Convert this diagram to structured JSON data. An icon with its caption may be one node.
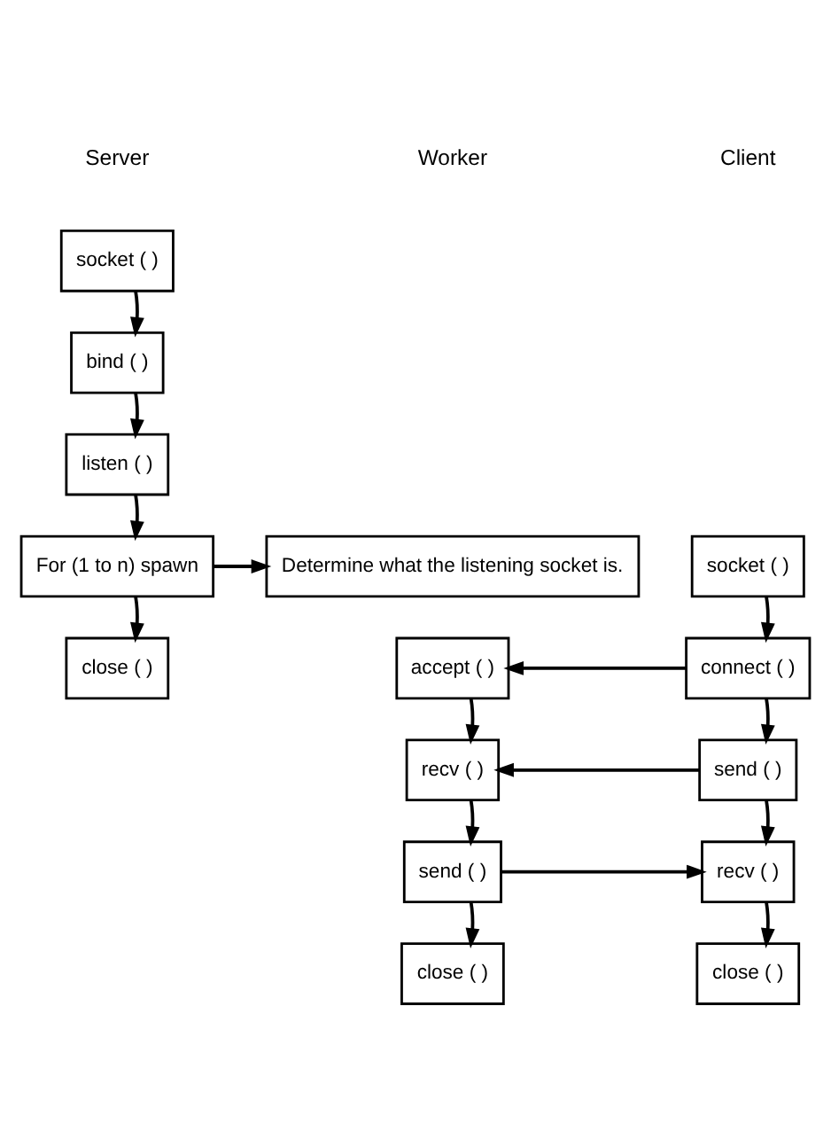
{
  "diagram": {
    "nodes": [
      {
        "text": [
          "socket ( )"
        ]
      },
      {
        "text": [
          "bind ( )"
        ]
      },
      {
        "text": [
          "listen ( )"
        ]
      },
      {
        "text": [
          "For (1 to n) spawn"
        ]
      },
      {
        "text": [
          "close ( )"
        ]
      },
      {
        "text": [
          "Determine what the listening socket is."
        ]
      },
      {
        "text": [
          "accept ( )"
        ]
      },
      {
        "text": [
          "recv ( )"
        ]
      },
      {
        "text": [
          "send ( )"
        ]
      },
      {
        "text": [
          "close ( )"
        ]
      },
      {
        "text": [
          "socket ( )"
        ]
      },
      {
        "text": [
          "connect ( )"
        ]
      },
      {
        "text": [
          "send ( )"
        ]
      },
      {
        "text": [
          "recv ( )"
        ]
      },
      {
        "text": [
          "close ( )"
        ]
      }
    ],
    "edges": [
      {
        "from": 0,
        "to": 1,
        "arrow": "to"
      },
      {
        "from": 1,
        "to": 2,
        "arrow": "to"
      },
      {
        "from": 2,
        "to": 3,
        "arrow": "to"
      },
      {
        "from": 3,
        "to": 4,
        "arrow": "to"
      },
      {
        "from": 3,
        "to": 5,
        "arrow": "to"
      },
      {
        "from": 6,
        "to": 7,
        "arrow": "to"
      },
      {
        "from": 7,
        "to": 8,
        "arrow": "to"
      },
      {
        "from": 8,
        "to": 9,
        "arrow": "to"
      },
      {
        "from": 10,
        "to": 11,
        "arrow": "to"
      },
      {
        "from": 11,
        "to": 6,
        "arrow": "to"
      },
      {
        "from": 11,
        "to": 12,
        "arrow": "to"
      },
      {
        "from": 12,
        "to": 7,
        "arrow": "to"
      },
      {
        "from": 12,
        "to": 13,
        "arrow": "to"
      },
      {
        "from": 8,
        "to": 13,
        "arrow": "to"
      },
      {
        "from": 13,
        "to": 14,
        "arrow": "to"
      }
    ],
    "labels": [
      "Server",
      "Worker",
      "Client"
    ]
  }
}
